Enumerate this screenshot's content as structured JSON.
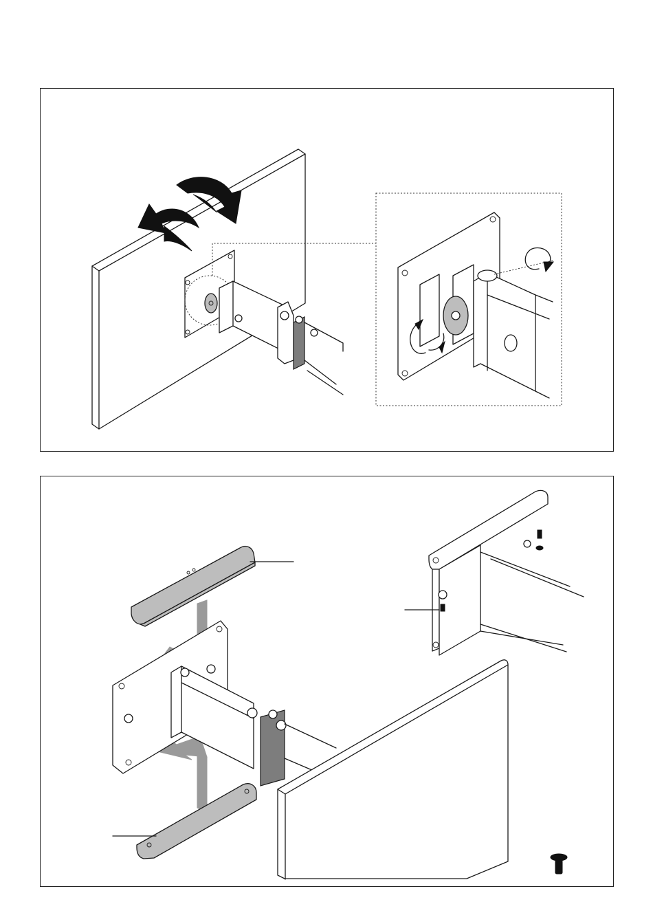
{
  "document": {
    "kind": "assembly-instruction-page",
    "panels": [
      {
        "name": "tilt-adjustment",
        "description_icons": [
          "curved-double-arrow-icon",
          "rotation-arrow-icon"
        ]
      },
      {
        "name": "cover-installation",
        "description_icons": [
          "upward-arrow-icon",
          "screw-icon"
        ]
      }
    ]
  },
  "colors": {
    "line": "#1a1a1a",
    "part_fill": "#bdbdbd",
    "arrow_fill": "#9a9a9a",
    "background": "#ffffff"
  }
}
